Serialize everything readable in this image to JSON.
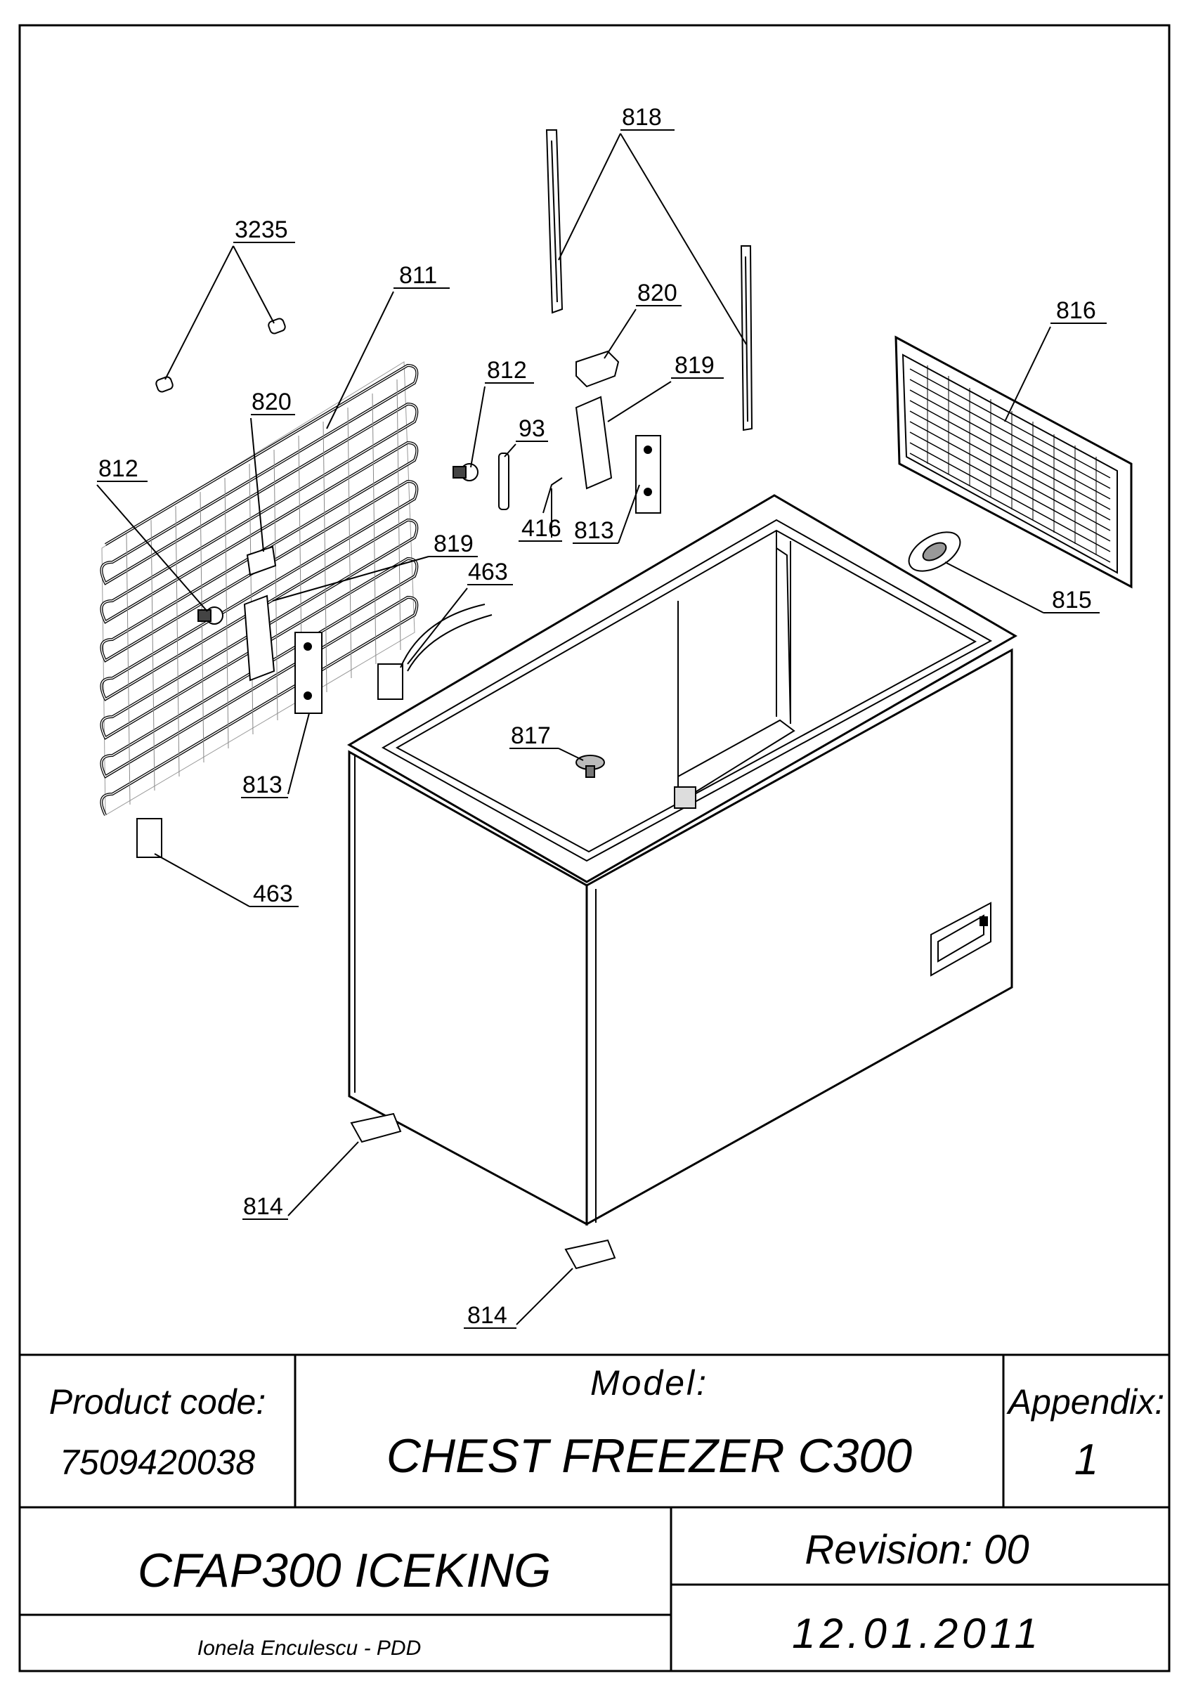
{
  "part_labels": {
    "p818": "818",
    "p3235": "3235",
    "p811": "811",
    "p820a": "820",
    "p820b": "820",
    "p816": "816",
    "p812a": "812",
    "p812b": "812",
    "p819a": "819",
    "p819b": "819",
    "p93": "93",
    "p416": "416",
    "p813a": "813",
    "p813b": "813",
    "p463a": "463",
    "p463b": "463",
    "p815": "815",
    "p817": "817",
    "p814a": "814",
    "p814b": "814"
  },
  "title_block": {
    "product_code_label": "Product code:",
    "product_code": "7509420038",
    "model_label": "Model:",
    "model": "CHEST FREEZER C300",
    "appendix_label": "Appendix:",
    "appendix": "1",
    "variant": "CFAP300 ICEKING",
    "revision": "Revision: 00",
    "author": "Ionela Enculescu - PDD",
    "date": "12.01.2011"
  }
}
